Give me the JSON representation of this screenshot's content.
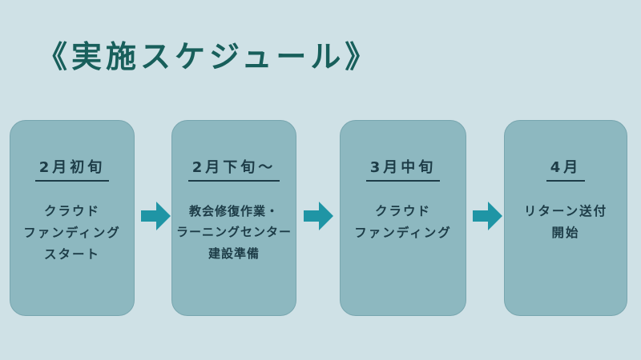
{
  "title": "《実施スケジュール》",
  "colors": {
    "background": "#cfe1e6",
    "box_fill": "#8db8c0",
    "box_border": "#78a6af",
    "arrow": "#1f95a5",
    "title_text": "#185f5b",
    "box_text": "#1d3c47"
  },
  "steps": [
    {
      "date": "2月初旬",
      "lines": [
        "クラウド",
        "ファンディング",
        "スタート"
      ]
    },
    {
      "date": "2月下旬～",
      "lines": [
        "教会修復作業・",
        "ラーニングセンター",
        "建設準備"
      ]
    },
    {
      "date": "3月中旬",
      "lines": [
        "クラウド",
        "ファンディング"
      ]
    },
    {
      "date": "4月",
      "lines": [
        "リターン送付",
        "開始"
      ]
    }
  ],
  "arrows": {
    "icon": "right-block-arrow"
  }
}
